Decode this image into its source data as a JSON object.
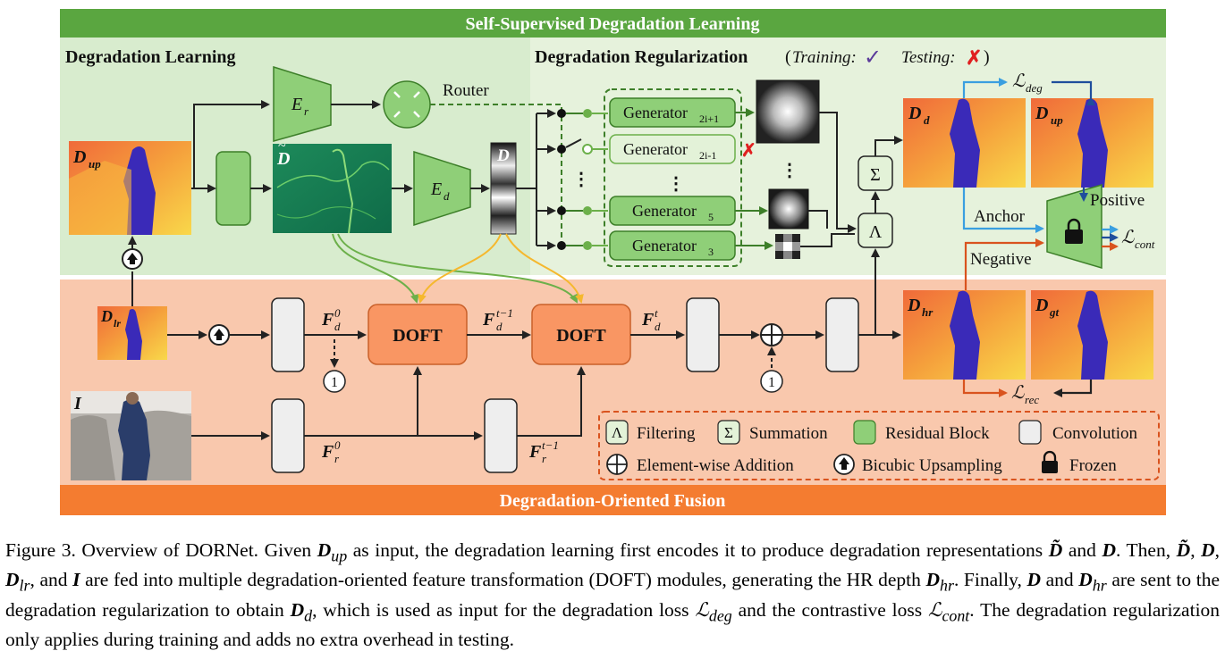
{
  "colors": {
    "green_header": "#5aa640",
    "green_panel": "#d8ecce",
    "orange_panel": "#f9c8ad",
    "orange_footer": "#f47c30",
    "residual_green": "#8fcf78",
    "doft_orange": "#f99663",
    "dark_green": "#3d7f29",
    "blue_arrow": "#3a9fe0",
    "navy_arrow": "#1f4e9c",
    "red_arrow": "#d9531e",
    "yellow_arrow": "#f5b82e"
  },
  "top_banner": "Self-Supervised Degradation Learning",
  "bottom_banner": "Degradation-Oriented Fusion",
  "degradation_learning": {
    "title": "Degradation Learning",
    "encoder_r": "E",
    "encoder_r_sub": "r",
    "encoder_d": "E",
    "encoder_d_sub": "d",
    "router": "Router",
    "d_up": "D",
    "d_up_sub": "up",
    "d_tilde": "D",
    "d_tilde_mark": "~",
    "d_repr": "D"
  },
  "degradation_regularization": {
    "title": "Degradation Regularization",
    "training": "Training:",
    "testing": "Testing:",
    "check": "✓",
    "cross": "✗",
    "generators": [
      {
        "label": "Generator",
        "sub": "2i+1"
      },
      {
        "label": "Generator",
        "sub": "2i-1"
      },
      {
        "label": "Generator",
        "sub": "5"
      },
      {
        "label": "Generator",
        "sub": "3"
      }
    ],
    "sum_symbol": "Σ",
    "filter_symbol": "Λ"
  },
  "losses": {
    "l_deg": "ℒ",
    "l_deg_sub": "deg",
    "l_cont": "ℒ",
    "l_cont_sub": "cont",
    "l_rec": "ℒ",
    "l_rec_sub": "rec",
    "anchor": "Anchor",
    "positive": "Positive",
    "negative": "Negative"
  },
  "outputs": {
    "d_d": "D",
    "d_d_sub": "d",
    "d_up2": "D",
    "d_up2_sub": "up",
    "d_hr": "D",
    "d_hr_sub": "hr",
    "d_gt": "D",
    "d_gt_sub": "gt"
  },
  "fusion": {
    "d_lr": "D",
    "d_lr_sub": "lr",
    "image": "I",
    "doft": "DOFT",
    "f_d0": "F",
    "f_d0_sub": "d",
    "f_d0_sup": "0",
    "f_dt1": "F",
    "f_dt1_sub": "d",
    "f_dt1_sup": "t−1",
    "f_dt": "F",
    "f_dt_sub": "d",
    "f_dt_sup": "t",
    "f_r0": "F",
    "f_r0_sub": "r",
    "f_r0_sup": "0",
    "f_rt1": "F",
    "f_rt1_sub": "r",
    "f_rt1_sup": "t−1",
    "one": "1"
  },
  "legend": [
    {
      "symbol": "Λ",
      "label": "Filtering"
    },
    {
      "symbol": "Σ",
      "label": "Summation"
    },
    {
      "symbol": "",
      "label": "Residual Block"
    },
    {
      "symbol": "",
      "label": "Convolution"
    },
    {
      "symbol": "⊕",
      "label": "Element-wise Addition"
    },
    {
      "symbol": "",
      "label": "Bicubic Upsampling"
    },
    {
      "symbol": "",
      "label": "Frozen"
    }
  ],
  "caption": {
    "figure": "Figure 3.",
    "line1": "Overview of DORNet. Given",
    "d_up": "D",
    "d_up_sub": "up",
    "line1b": "as input, the degradation learning first encodes it to produce degradation representations",
    "line2": "and",
    "line2b": ". Then,",
    "line2c": "and",
    "line2d": "are fed into multiple degradation-oriented feature transformation (DOFT) modules, generating the HR",
    "line3": "depth",
    "line3b": ". Finally,",
    "line3c": "and",
    "line3d": "are sent to the degradation regularization to obtain",
    "line3e": ", which is used as input for the degradation loss",
    "line4": "and the contrastive loss",
    "line4b": ". The degradation regularization only applies during training and adds no extra overhead in testing."
  }
}
